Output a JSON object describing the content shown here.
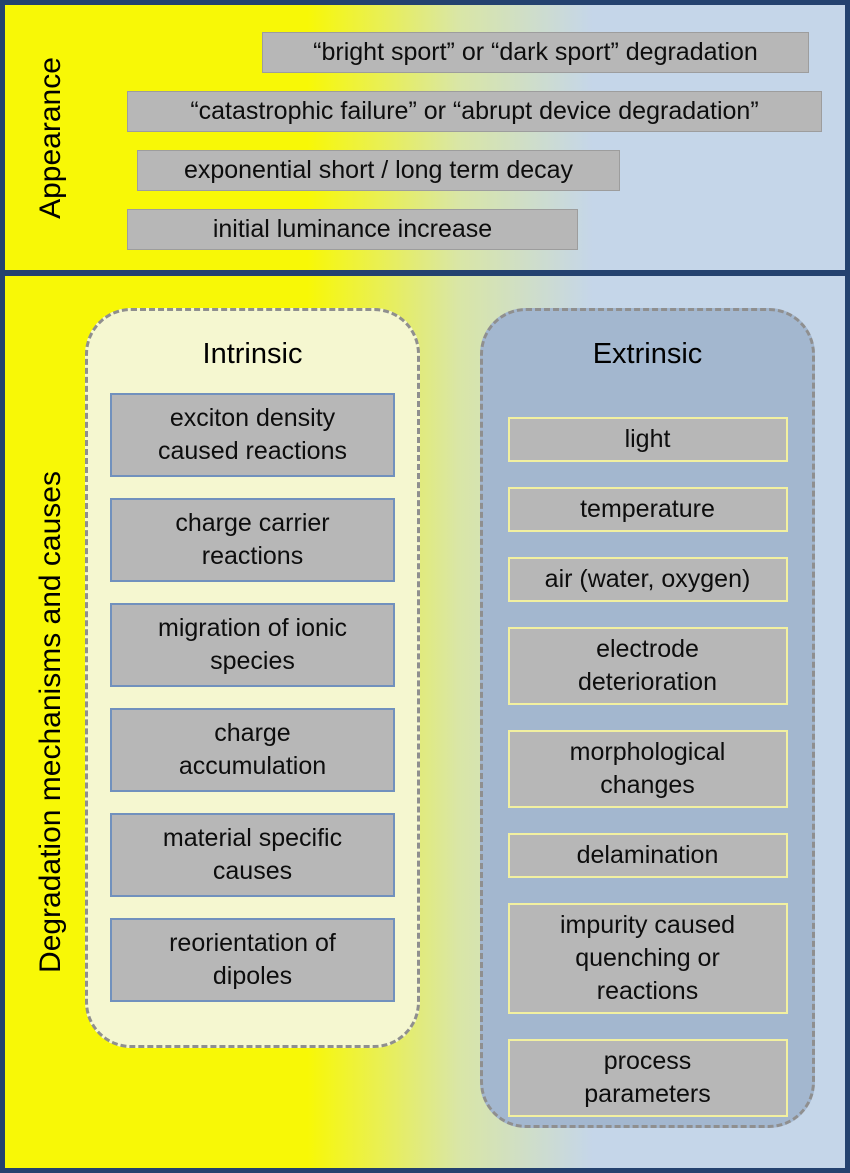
{
  "figure": {
    "appearance": {
      "label": "Appearance",
      "items": [
        "“bright sport” or “dark sport” degradation",
        "“catastrophic failure” or “abrupt device degradation”",
        "exponential short / long term decay",
        "initial luminance increase"
      ]
    },
    "mechanisms": {
      "label": "Degradation mechanisms and causes",
      "intrinsic": {
        "title": "Intrinsic",
        "items": [
          "exciton density caused reactions",
          "charge carrier reactions",
          "migration of ionic species",
          "charge accumulation",
          "material specific causes",
          "reorientation of dipoles"
        ]
      },
      "extrinsic": {
        "title": "Extrinsic",
        "items": [
          "light",
          "temperature",
          "air (water, oxygen)",
          "electrode deterioration",
          "morphological changes",
          "delamination",
          "impurity caused quenching or reactions",
          "process parameters"
        ]
      }
    },
    "colors": {
      "frame_navy": "#24426f",
      "background_yellow": "#f8f806",
      "background_blue": "#c5d6e9",
      "box_gray": "#b7b7b7",
      "intrinsic_panel_bg": "#f5f7d0",
      "extrinsic_panel_bg": "#a3b7cf",
      "intrinsic_box_border": "#7191bd",
      "extrinsic_box_border": "#f2f0a0"
    }
  }
}
